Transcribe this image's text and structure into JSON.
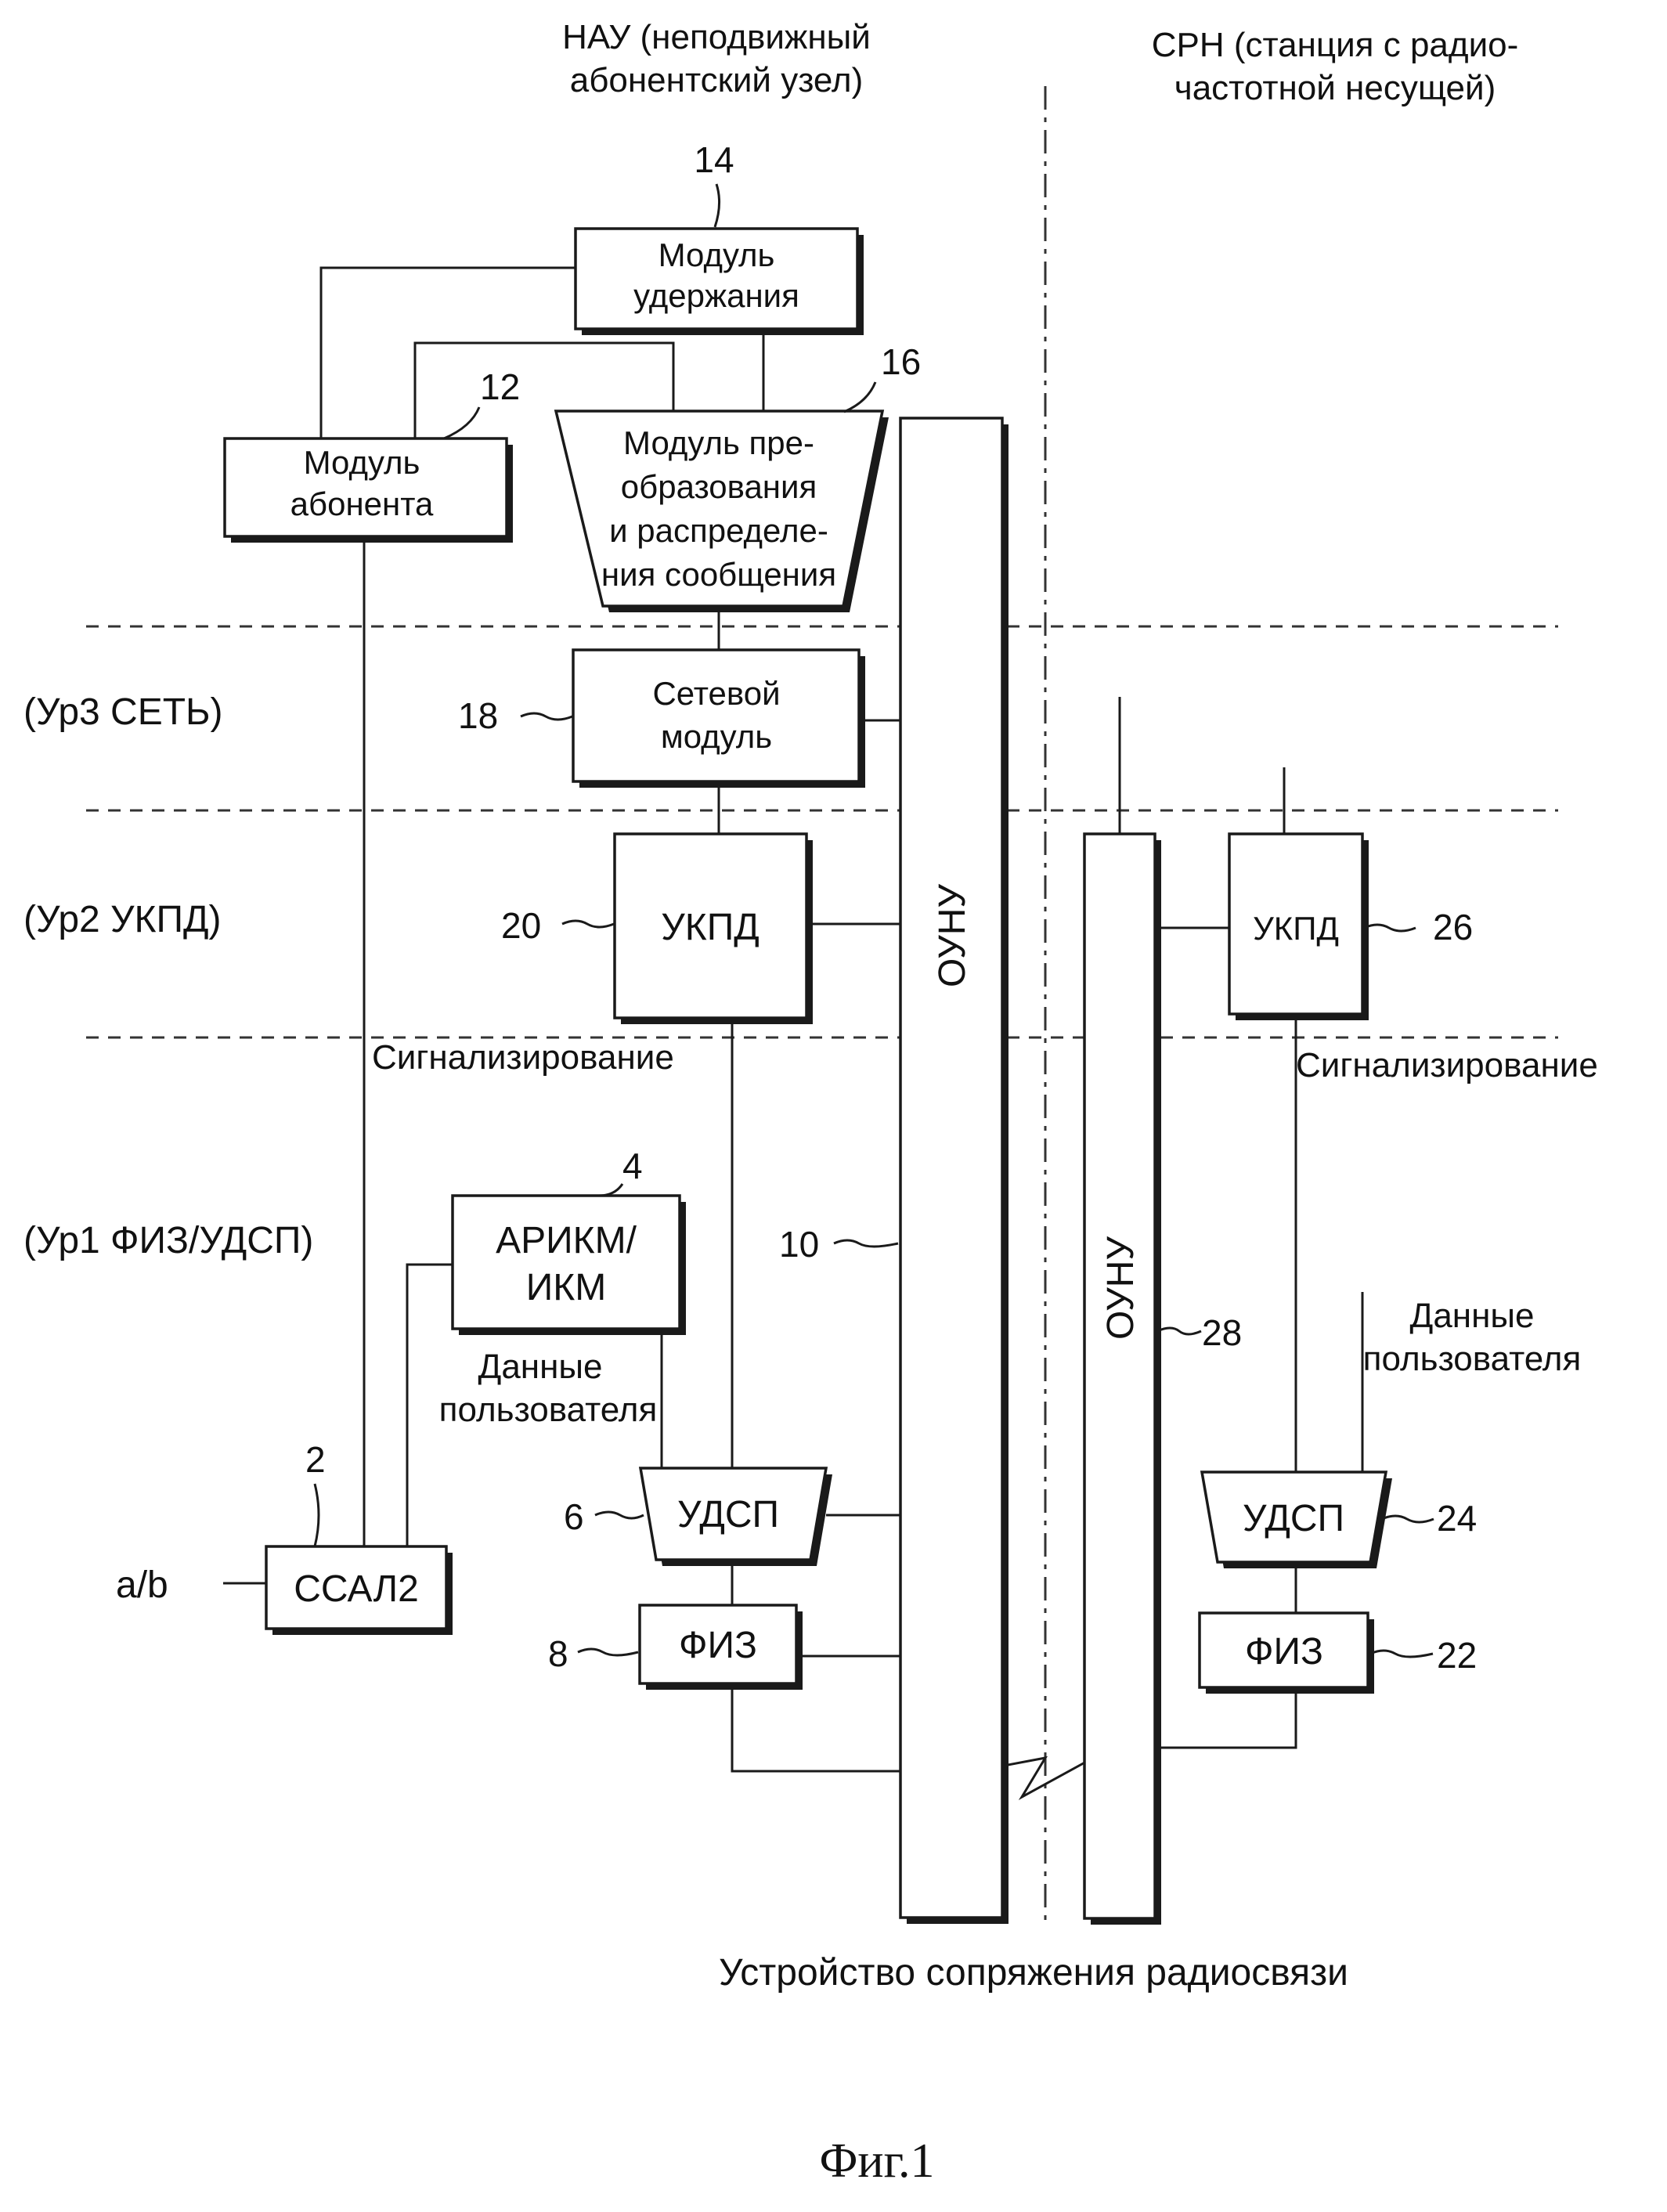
{
  "header": {
    "nau_line1": "НАУ (неподвижный",
    "nau_line2": "абонентский узел)",
    "srn_line1": "СРН (станция с радио-",
    "srn_line2": "частотной несущей)"
  },
  "levels": {
    "l3": "(Ур3 СЕТЬ)",
    "l2": "(Ур2 УКПД)",
    "l1": "(Ур1 ФИЗ/УДСП)"
  },
  "blocks": {
    "hold_line1": "Модуль",
    "hold_line2": "удержания",
    "sub_line1": "Модуль",
    "sub_line2": "абонента",
    "conv_line1": "Модуль пре-",
    "conv_line2": "образования",
    "conv_line3": "и распределе-",
    "conv_line4": "ния сообщения",
    "net_line1": "Сетевой",
    "net_line2": "модуль",
    "ukpd_left": "УКПД",
    "ukpd_right": "УКПД",
    "adpcm_line1": "АРИКМ/",
    "adpcm_line2": "ИКМ",
    "udsp_left": "УДСП",
    "udsp_right": "УДСП",
    "fiz_left": "ФИЗ",
    "fiz_right": "ФИЗ",
    "ssal2": "ССАЛ2",
    "ouny_left": "ОУНУ",
    "ouny_right": "ОУНУ"
  },
  "labels": {
    "signal_left": "Сигнализирование",
    "signal_right": "Сигнализирование",
    "userdata_left_1": "Данные",
    "userdata_left_2": "пользователя",
    "userdata_right_1": "Данные",
    "userdata_right_2": "пользователя",
    "ab": "a/b",
    "bottom": "Устройство сопряжения радиосвязи",
    "figure": "Фиг.1"
  },
  "refs": {
    "r14": "14",
    "r16": "16",
    "r12": "12",
    "r18": "18",
    "r20": "20",
    "r26": "26",
    "r4": "4",
    "r10": "10",
    "r28": "28",
    "r2": "2",
    "r6": "6",
    "r24": "24",
    "r8": "8",
    "r22": "22"
  }
}
